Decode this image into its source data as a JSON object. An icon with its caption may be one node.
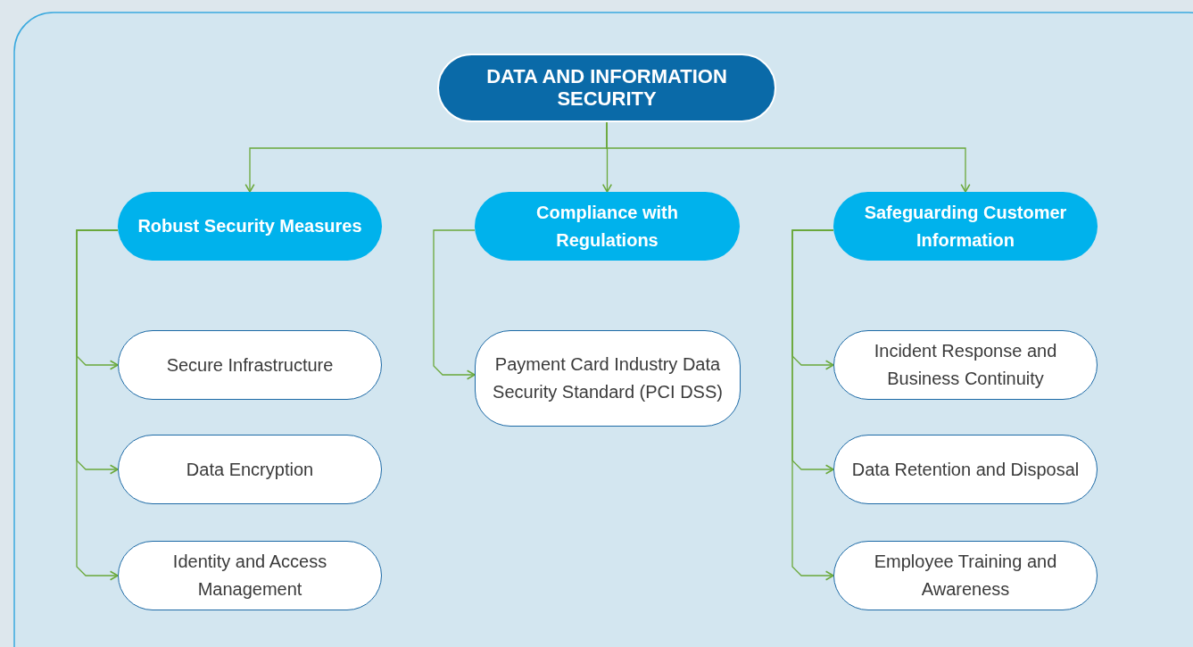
{
  "diagram": {
    "nodes": [
      {
        "text": [
          "DATA AND INFORMATION SECURITY"
        ]
      },
      {
        "text": [
          "Robust Security Measures"
        ]
      },
      {
        "text": [
          "Compliance with Regulations"
        ]
      },
      {
        "text": [
          "Safeguarding Customer Information"
        ]
      },
      {
        "text": [
          "Secure Infrastructure"
        ]
      },
      {
        "text": [
          "Data Encryption"
        ]
      },
      {
        "text": [
          "Identity and Access Management"
        ]
      },
      {
        "text": [
          "Payment Card Industry Data Security Standard (PCI DSS)"
        ]
      },
      {
        "text": [
          "Incident Response and Business Continuity"
        ]
      },
      {
        "text": [
          "Data Retention and Disposal"
        ]
      },
      {
        "text": [
          "Employee Training and Awareness"
        ]
      }
    ],
    "edges": [
      {
        "from": 0,
        "to": 1,
        "arrow": "to"
      },
      {
        "from": 0,
        "to": 2,
        "arrow": "to"
      },
      {
        "from": 0,
        "to": 3,
        "arrow": "to"
      },
      {
        "from": 1,
        "to": 4,
        "arrow": "to"
      },
      {
        "from": 1,
        "to": 5,
        "arrow": "to"
      },
      {
        "from": 1,
        "to": 6,
        "arrow": "to"
      },
      {
        "from": 2,
        "to": 7,
        "arrow": "to"
      },
      {
        "from": 3,
        "to": 8,
        "arrow": "to"
      },
      {
        "from": 3,
        "to": 9,
        "arrow": "to"
      },
      {
        "from": 3,
        "to": 10,
        "arrow": "to"
      }
    ]
  }
}
